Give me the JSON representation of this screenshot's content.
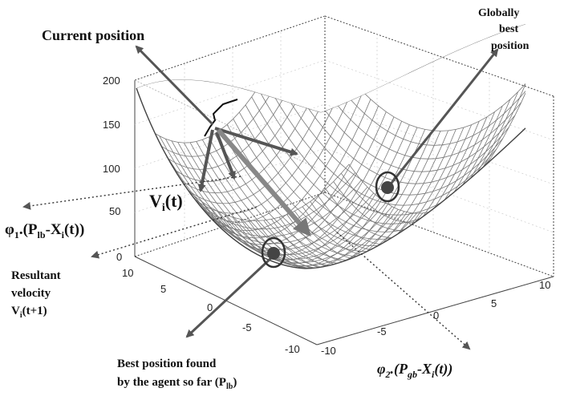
{
  "labels": {
    "current_position": "Current position",
    "globally_best_1": "Globally",
    "globally_best_2": "best",
    "globally_best_3": "position",
    "vi": "V",
    "vi_sub": "i",
    "vi_t": "(t)",
    "phi1_prefix": "φ",
    "phi1_sub1": "1",
    "phi1_mid": ".(P",
    "phi1_sub2": "lb",
    "phi1_mid2": "-X",
    "phi1_sub3": "i",
    "phi1_end": "(t))",
    "resultant_1": "Resultant",
    "resultant_2": "velocity",
    "resultant_3_a": "V",
    "resultant_3_sub": "i",
    "resultant_3_b": "(t+1)",
    "best_found_1": "Best position found",
    "best_found_2_a": "by the agent so far (P",
    "best_found_2_sub": "lb",
    "best_found_2_b": ")",
    "phi2_prefix": "φ",
    "phi2_sub1": "2",
    "phi2_mid": ".(P",
    "phi2_sub2": "gb",
    "phi2_mid2": "-X",
    "phi2_sub3": "i",
    "phi2_end": "(t))"
  },
  "axes": {
    "z_ticks": [
      "200",
      "150",
      "100",
      "50",
      "0"
    ],
    "y_ticks": [
      "10",
      "5",
      "0",
      "-5",
      "-10"
    ],
    "x_ticks": [
      "-10",
      "-5",
      "0",
      "5",
      "10"
    ]
  }
}
